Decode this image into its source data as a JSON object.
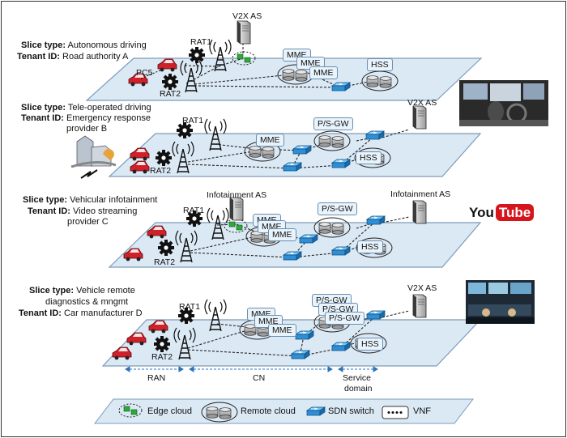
{
  "slices": [
    {
      "type_label": "Slice type:",
      "type": "Autonomous driving",
      "tenant_label": "Tenant ID:",
      "tenant": "Road authority A"
    },
    {
      "type_label": "Slice type:",
      "type": "Tele-operated driving",
      "tenant_label": "Tenant ID:",
      "tenant": "Emergency response",
      "tenant2": "provider B"
    },
    {
      "type_label": "Slice type:",
      "type": "Vehicular infotainment",
      "tenant_label": "Tenant ID:",
      "tenant": "Video streaming",
      "tenant2": "provider C"
    },
    {
      "type_label": "Slice type:",
      "type": "Vehicle remote",
      "type2": "diagnostics & mngmt",
      "tenant_label": "Tenant ID:",
      "tenant": "Car manufacturer D"
    }
  ],
  "labels": {
    "rat1": "RAT1",
    "rat2": "RAT2",
    "pc5": "PC5",
    "mme": "MME",
    "hss": "HSS",
    "psgw": "P/S-GW",
    "v2x_as": "V2X AS",
    "infotainment_as": "Infotainment AS"
  },
  "domains": {
    "ran": "RAN",
    "cn": "CN",
    "service1": "Service",
    "service2": "domain"
  },
  "legend": {
    "edge": "Edge cloud",
    "remote": "Remote cloud",
    "sdn": "SDN switch",
    "vnf": "VNF"
  },
  "logo": {
    "you": "You",
    "tube": "Tube"
  },
  "colors": {
    "plane": "#dbe9f5",
    "plane_border": "#7d9bb8",
    "switch": "#2f8fd6",
    "edge": "#2eaa3a",
    "car": "#d0202a"
  }
}
